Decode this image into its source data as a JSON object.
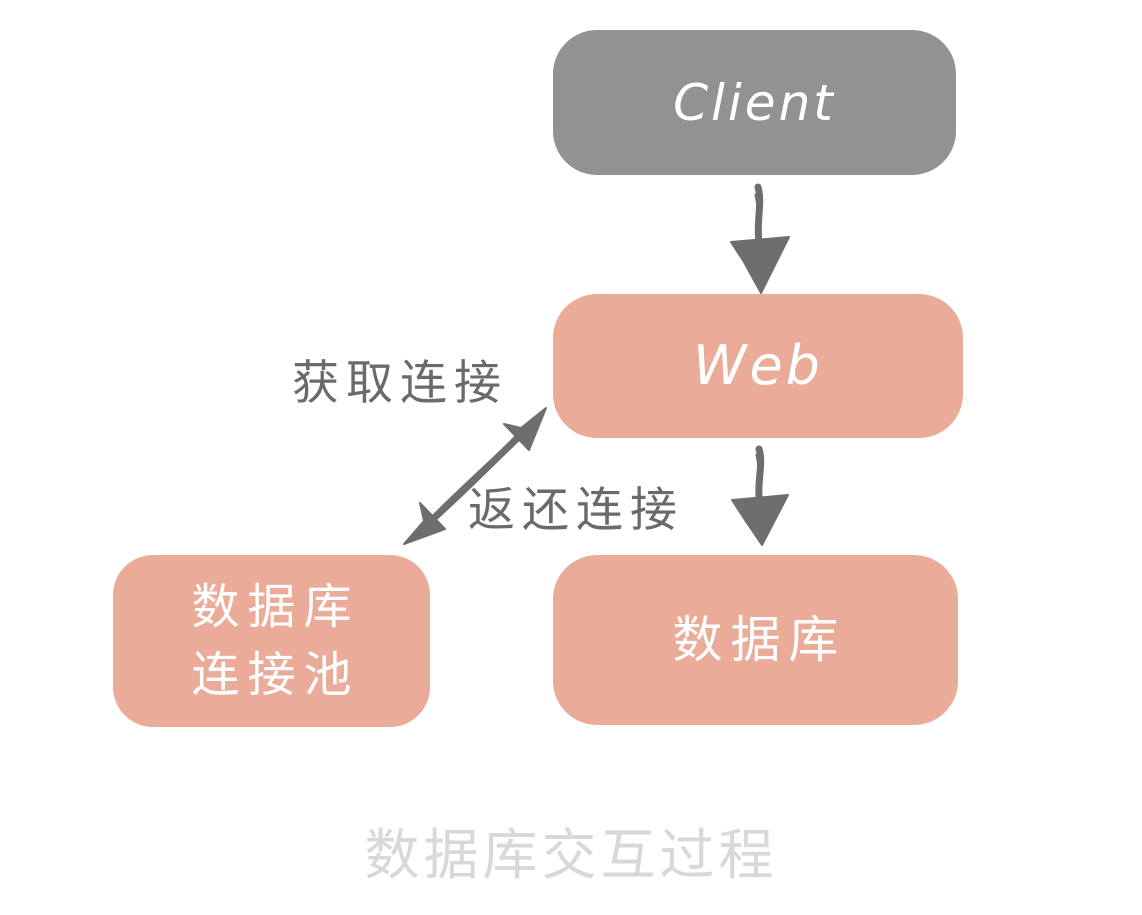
{
  "diagram": {
    "caption": "数据库交互过程",
    "nodes": {
      "client": {
        "label": "Client",
        "fill": "#929292",
        "text_color": "#ffffff"
      },
      "web": {
        "label": "Web",
        "fill": "#ebab99",
        "text_color": "#ffffff"
      },
      "pool": {
        "label_line1": "数据库",
        "label_line2": "连接池",
        "fill": "#ebab99",
        "text_color": "#ffffff"
      },
      "database": {
        "label": "数据库",
        "fill": "#ebab99",
        "text_color": "#ffffff"
      }
    },
    "edges": {
      "client_to_web": {
        "from": "client",
        "to": "web",
        "style": "down-arrow"
      },
      "web_to_database": {
        "from": "web",
        "to": "database",
        "style": "down-arrow"
      },
      "web_pool_bidirectional": {
        "from": "web",
        "to": "pool",
        "style": "double-headed-diagonal",
        "label_get": "获取连接",
        "label_return": "返还连接"
      }
    },
    "colors": {
      "arrow": "#6e6e6e",
      "edge_label": "#6a6a6a",
      "caption": "#d8d8d8",
      "background": "#ffffff"
    }
  }
}
